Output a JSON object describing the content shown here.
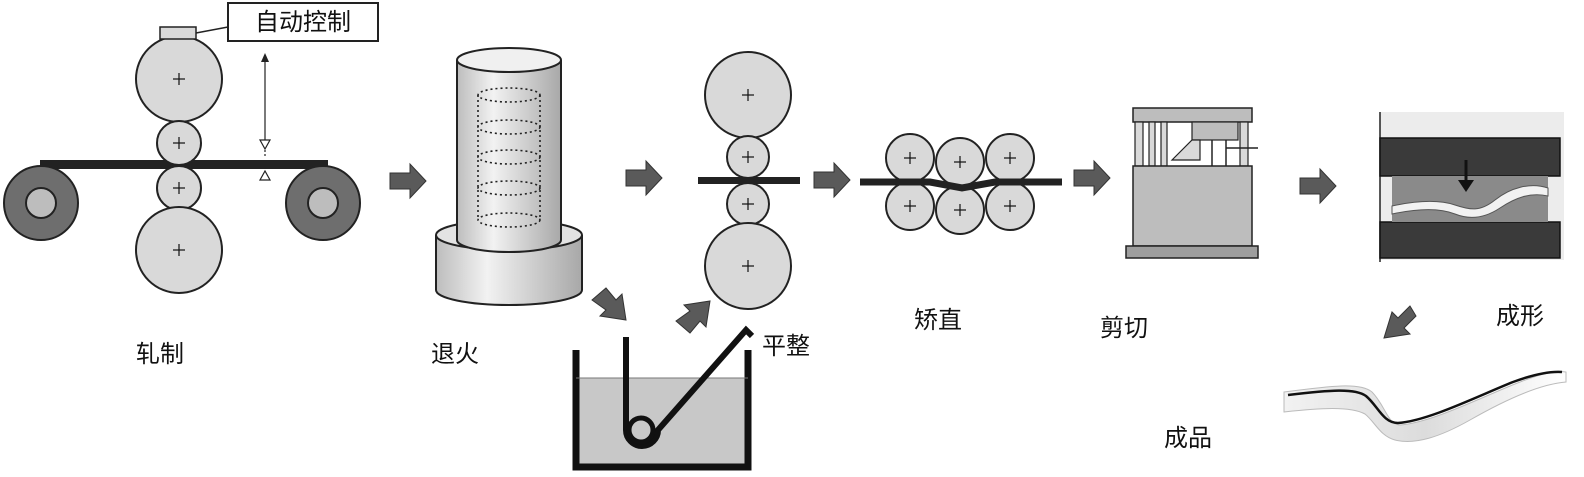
{
  "labels": {
    "auto_control": "自动控制",
    "rolling": "轧制",
    "annealing": "退火",
    "leveling": "平整",
    "straightening": "矫直",
    "shearing": "剪切",
    "forming": "成形",
    "product": "成品"
  },
  "icons": [
    "arrow-right",
    "plus-mark",
    "roll",
    "coil",
    "press",
    "furnace",
    "tank"
  ],
  "colors": {
    "roll_fill": "#d9d9d9",
    "coil_fill": "#6e6e6e",
    "arrow_fill": "#5a5a5a",
    "machine_fill": "#bdbdbd",
    "dark_bar": "#333333"
  }
}
